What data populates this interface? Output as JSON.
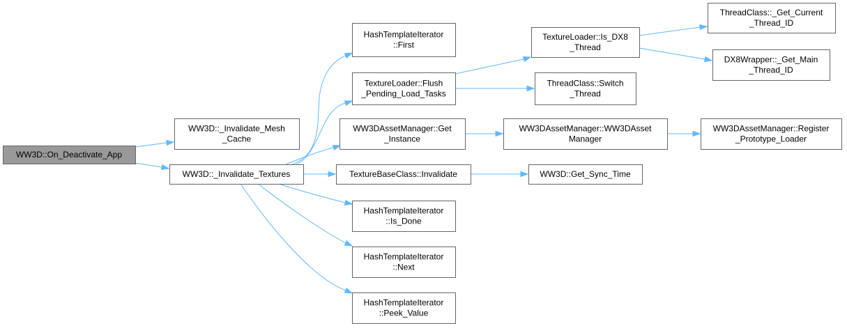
{
  "nodes": {
    "on_deactivate_app": [
      "WW3D::On_Deactivate_App"
    ],
    "invalidate_mesh_cache": [
      "WW3D::_Invalidate_Mesh",
      "_Cache"
    ],
    "invalidate_textures": [
      "WW3D::_Invalidate_Textures"
    ],
    "hash_first": [
      "HashTemplateIterator",
      "::First"
    ],
    "flush_pending": [
      "TextureLoader::Flush",
      "_Pending_Load_Tasks"
    ],
    "asset_get_instance": [
      "WW3DAssetManager::Get",
      "_Instance"
    ],
    "texture_invalidate": [
      "TextureBaseClass::Invalidate"
    ],
    "hash_is_done": [
      "HashTemplateIterator",
      "::Is_Done"
    ],
    "hash_next": [
      "HashTemplateIterator",
      "::Next"
    ],
    "hash_peek_value": [
      "HashTemplateIterator",
      "::Peek_Value"
    ],
    "is_dx8_thread": [
      "TextureLoader::Is_DX8",
      "_Thread"
    ],
    "thread_switch": [
      "ThreadClass::Switch",
      "_Thread"
    ],
    "asset_ctor": [
      "WW3DAssetManager::WW3DAsset",
      "Manager"
    ],
    "get_sync_time": [
      "WW3D::Get_Sync_Time"
    ],
    "get_current_thread_id": [
      "ThreadClass::_Get_Current",
      "_Thread_ID"
    ],
    "get_main_thread_id": [
      "DX8Wrapper::_Get_Main",
      "_Thread_ID"
    ],
    "register_prototype_loader": [
      "WW3DAssetManager::Register",
      "_Prototype_Loader"
    ]
  },
  "colors": {
    "edge": "#63b8ff",
    "node_border": "#666666",
    "root_fill": "#999999",
    "node_fill": "#ffffff"
  }
}
